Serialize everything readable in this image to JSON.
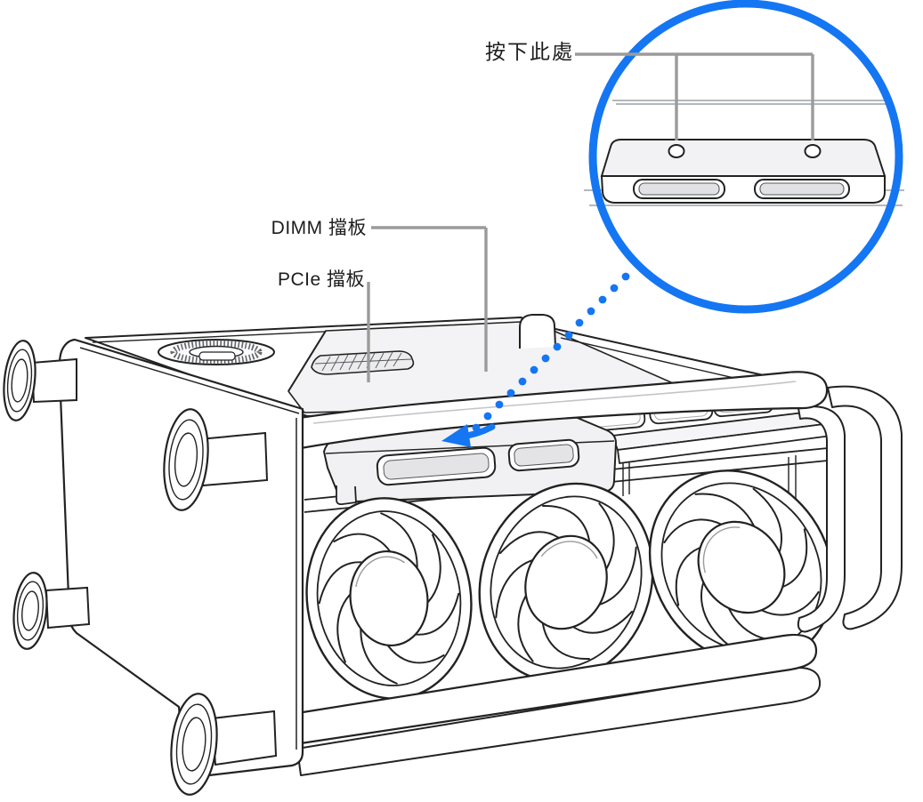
{
  "callouts": {
    "press_here": {
      "label": "按下此處"
    },
    "dimm_cover": {
      "label": "DIMM 擋板"
    },
    "pcie_cover": {
      "label": "PCIe 擋板"
    }
  },
  "colors": {
    "accent_blue": "#1476F2",
    "callout_line_gray": "#9B9B9B",
    "line_ink": "#222222"
  }
}
